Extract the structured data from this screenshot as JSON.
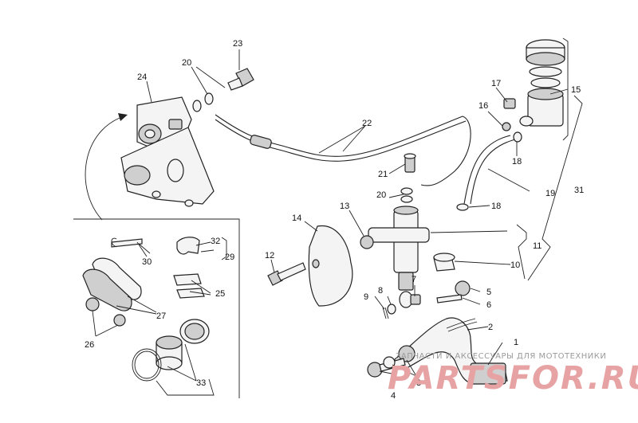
{
  "callouts": [
    {
      "id": "c1",
      "text": "1"
    },
    {
      "id": "c2",
      "text": "2"
    },
    {
      "id": "c3",
      "text": "3"
    },
    {
      "id": "c4",
      "text": "4"
    },
    {
      "id": "c5",
      "text": "5"
    },
    {
      "id": "c6",
      "text": "6"
    },
    {
      "id": "c7",
      "text": "7"
    },
    {
      "id": "c8",
      "text": "8"
    },
    {
      "id": "c9",
      "text": "9"
    },
    {
      "id": "c10",
      "text": "10"
    },
    {
      "id": "c11",
      "text": "11"
    },
    {
      "id": "c12",
      "text": "12"
    },
    {
      "id": "c13",
      "text": "13"
    },
    {
      "id": "c14",
      "text": "14"
    },
    {
      "id": "c15",
      "text": "15"
    },
    {
      "id": "c16",
      "text": "16"
    },
    {
      "id": "c17",
      "text": "17"
    },
    {
      "id": "c18a",
      "text": "18"
    },
    {
      "id": "c18b",
      "text": "18"
    },
    {
      "id": "c19",
      "text": "19"
    },
    {
      "id": "c20a",
      "text": "20"
    },
    {
      "id": "c20b",
      "text": "20"
    },
    {
      "id": "c21",
      "text": "21"
    },
    {
      "id": "c22",
      "text": "22"
    },
    {
      "id": "c23",
      "text": "23"
    },
    {
      "id": "c24",
      "text": "24"
    },
    {
      "id": "c25",
      "text": "25"
    },
    {
      "id": "c26",
      "text": "26"
    },
    {
      "id": "c27",
      "text": "27"
    },
    {
      "id": "c29",
      "text": "29"
    },
    {
      "id": "c30",
      "text": "30"
    },
    {
      "id": "c31",
      "text": "31"
    },
    {
      "id": "c32",
      "text": "32"
    },
    {
      "id": "c33",
      "text": "33"
    }
  ],
  "watermark": {
    "tagline": "ЗАПЧАСТИ И АКСЕССУАРЫ ДЛЯ МОТОТЕХНИКИ",
    "brand": "PARTSFOR.RU",
    "color": "#e7a3a3"
  }
}
